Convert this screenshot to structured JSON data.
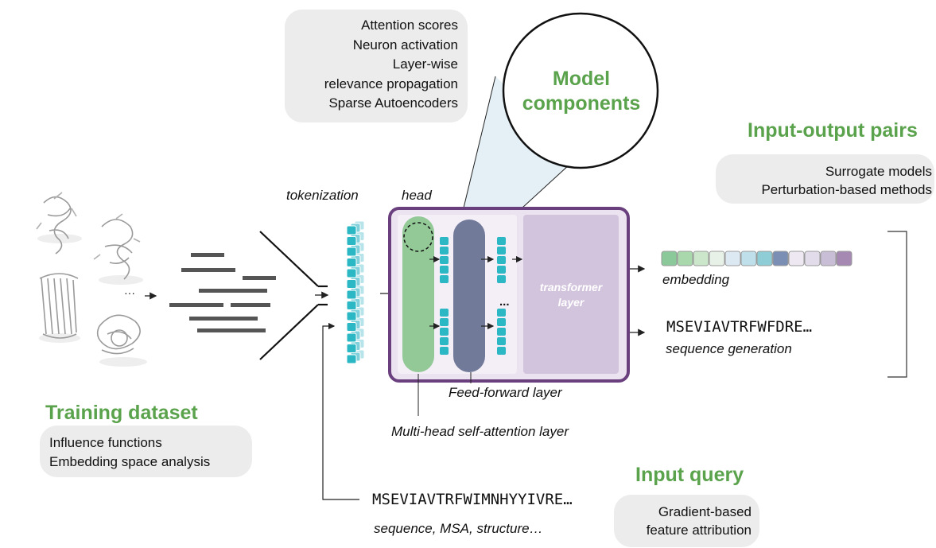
{
  "model_components": {
    "title_line1": "Model",
    "title_line2": "components",
    "methods": [
      "Attention scores",
      "Neuron activation",
      "Layer-wise",
      "relevance propagation",
      "Sparse Autoencoders"
    ]
  },
  "input_output": {
    "title": "Input-output pairs",
    "methods": [
      "Surrogate models",
      "Perturbation-based methods"
    ]
  },
  "training": {
    "title": "Training dataset",
    "methods": [
      "Influence functions",
      "Embedding space analysis"
    ]
  },
  "input_query": {
    "title": "Input query",
    "methods": [
      "Gradient-based",
      "feature attribution"
    ],
    "sequence": "MSEVIAVTRFWIMNHYYIVRE…",
    "caption": "sequence, MSA, structure…"
  },
  "model": {
    "tokenization": "tokenization",
    "head": "head",
    "transformer_layer_line1": "transformer",
    "transformer_layer_line2": "layer",
    "ellipsis": "...",
    "ffn": "Feed-forward layer",
    "mhsa": "Multi-head self-attention layer"
  },
  "outputs": {
    "embedding_label": "embedding",
    "sequence": "MSEVIAVTRFWFDRE…",
    "sequence_caption": "sequence generation"
  },
  "dataset_ellipsis": "···",
  "colors": {
    "accent_green": "#5aa34c",
    "model_border": "#6a3f7e",
    "model_fill": "#ece3f1",
    "attention_green": "#93c897",
    "ffn_blue": "#667091",
    "token_cyan": "#2bb8c4",
    "transformer_fill": "#d3c4dd"
  },
  "embedding_colors": [
    "#8cc99a",
    "#a9d8ad",
    "#cbe6cb",
    "#e8f1e8",
    "#dde9f2",
    "#bfe0ea",
    "#8ecdd6",
    "#7b8fb4",
    "#eee8f3",
    "#e2dbe9",
    "#c8bfd6",
    "#a589b2"
  ]
}
